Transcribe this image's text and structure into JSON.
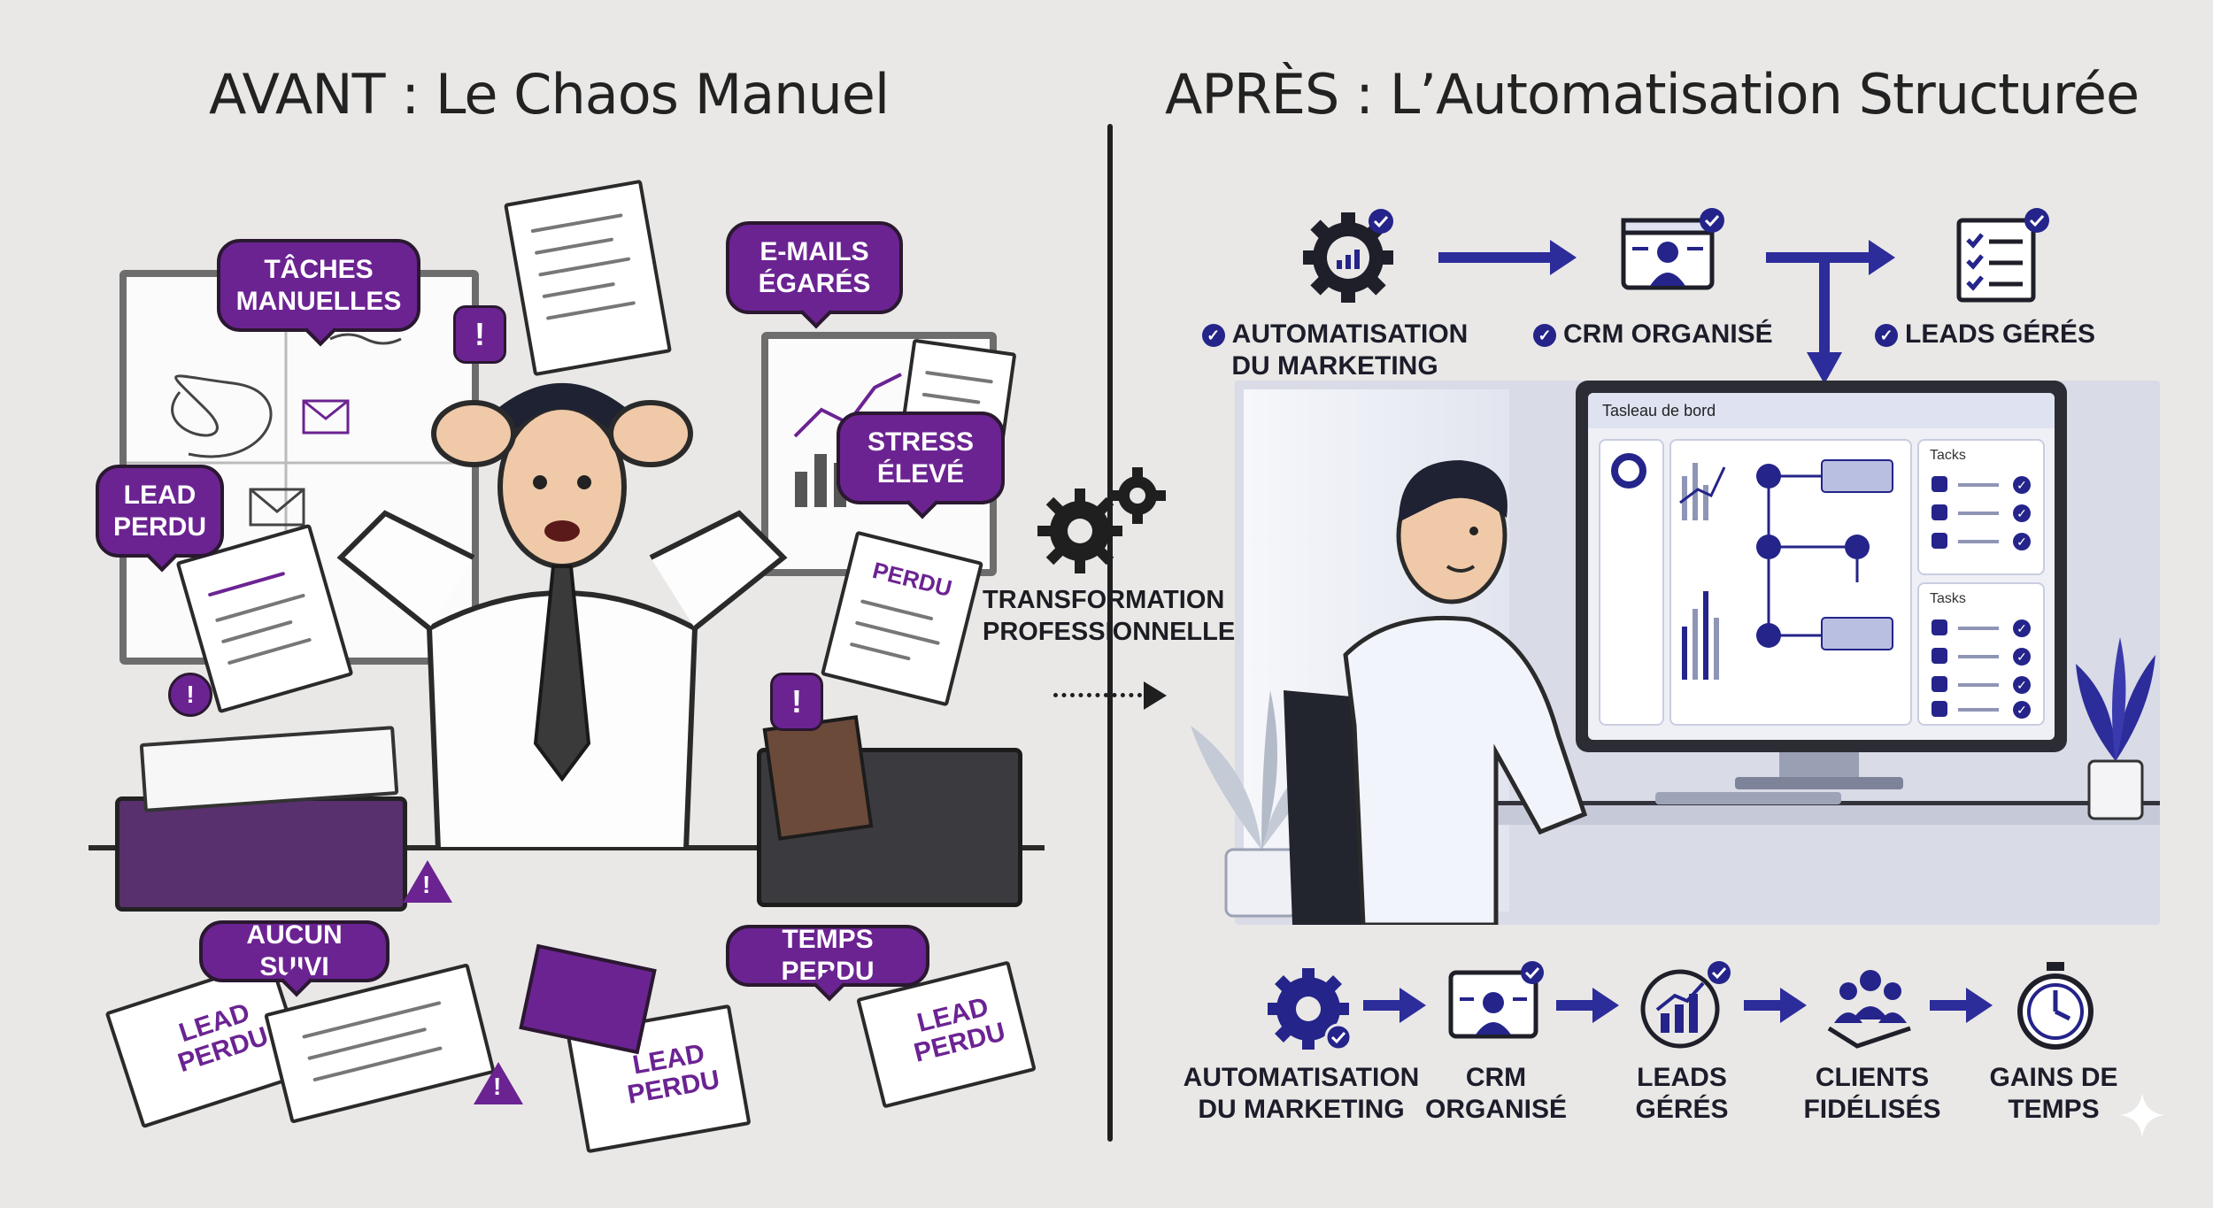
{
  "left": {
    "title": "AVANT : Le Chaos Manuel",
    "bubbles": {
      "taches": "TÂCHES MANUELLES",
      "emails": "E-MAILS ÉGARÉS",
      "stress": "STRESS ÉLEVÉ",
      "lead": "LEAD PERDU",
      "suivi": "AUCUN SUIVI",
      "temps": "TEMPS PERDU"
    },
    "stamps": {
      "perdu": "PERDU",
      "lead1": "LEAD PERDU",
      "lead2": "LEAD PERDU",
      "lead3": "LEAD PERDU"
    }
  },
  "right": {
    "title": "APRÈS : L’Automatisation Structurée",
    "top_labels": {
      "automatisation": "AUTOMATISATION DU MARKETING",
      "crm": "CRM ORGANISÉ",
      "leads": "LEADS GÉRÉS"
    },
    "dashboard": {
      "title": "Tasleau de bord",
      "tasks1": "Tacks",
      "tasks2": "Tasks"
    },
    "flow_labels": [
      "AUTOMATISATION DU MARKETING",
      "CRM ORGANISÉ",
      "LEADS GÉRÉS",
      "CLIENTS FIDÉLISÉS",
      "GAINS DE TEMPS"
    ]
  },
  "center": {
    "transformation": "TRANSFORMATION PROFESSIONNELLE"
  },
  "colors": {
    "purple": "#6b2392",
    "navy": "#24248a",
    "background": "#e9e8e6"
  },
  "icons": [
    "gear-icon",
    "crm-card-icon",
    "checklist-icon",
    "hands-icon",
    "stopwatch-icon",
    "warning-icon"
  ]
}
